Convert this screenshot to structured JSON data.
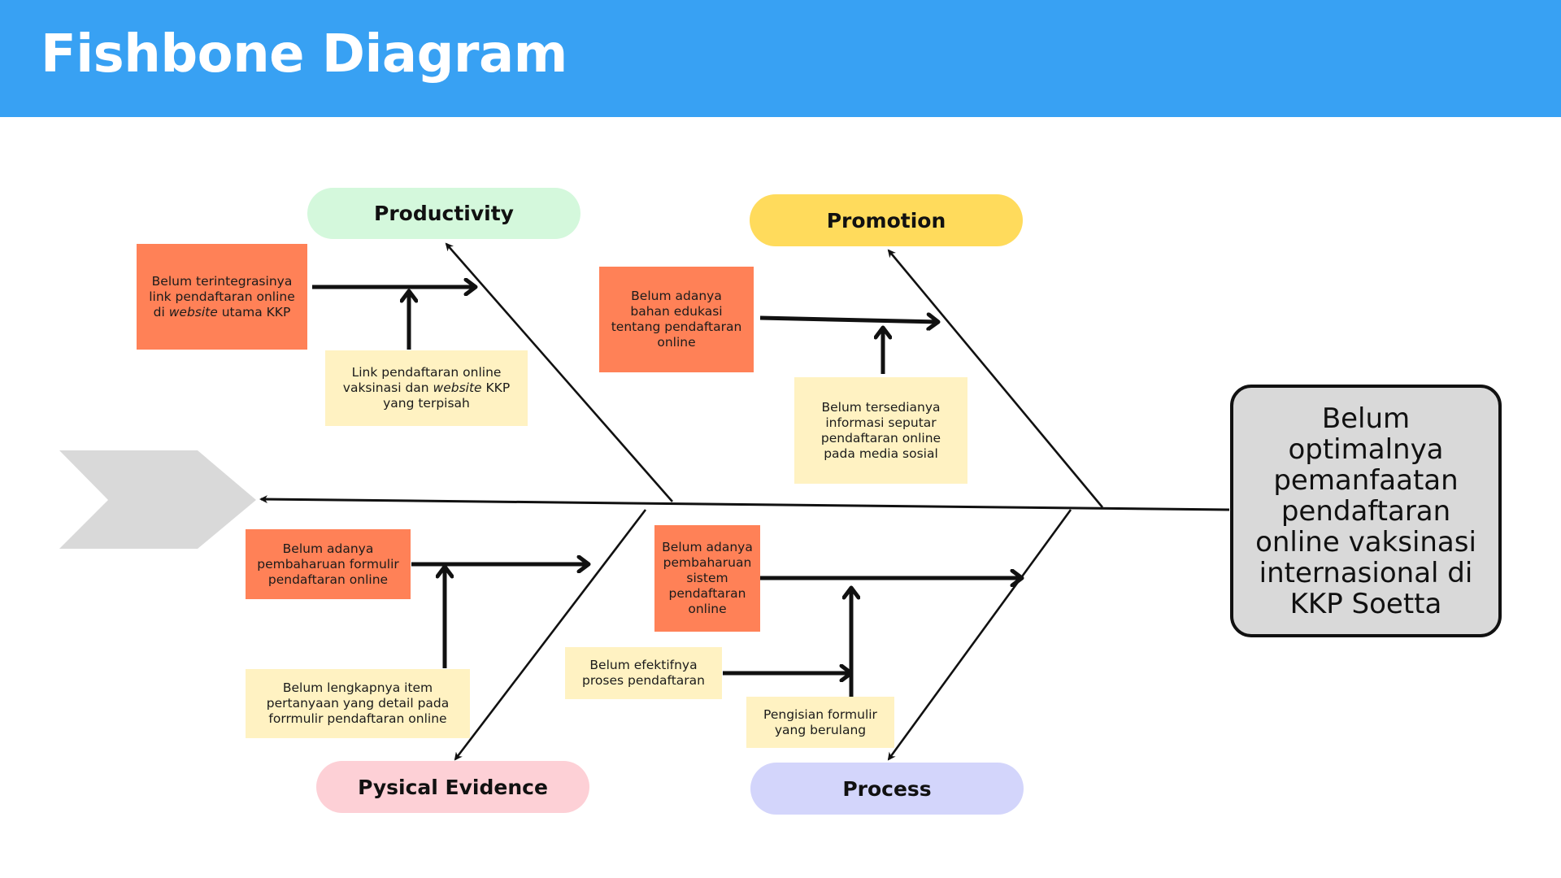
{
  "header": {
    "title": "Fishbone Diagram"
  },
  "colors": {
    "header_bg": "#38a1f3",
    "cause_box": "#ff8157",
    "sub_cause_box": "#fff2c2",
    "effect_box": "#d9d9d9",
    "head_chevron": "#d9d9d9"
  },
  "effect": {
    "text": "Belum optimalnya pemanfaatan pendaftaran online vaksinasi internasional di KKP Soetta"
  },
  "categories": [
    {
      "id": "productivity",
      "label": "Productivity",
      "color": "#d4f8dc",
      "causes": [
        {
          "text_before": "Belum terintegrasinya link pendaftaran online di ",
          "text_italic": "website",
          "text_after": " utama KKP"
        }
      ],
      "sub_causes": [
        {
          "text_before": "Link pendaftaran online vaksinasi dan ",
          "text_italic": "website",
          "text_after": " KKP yang terpisah"
        }
      ]
    },
    {
      "id": "promotion",
      "label": "Promotion",
      "color": "#ffdb5c",
      "causes": [
        {
          "text": "Belum adanya bahan edukasi tentang pendaftaran online"
        }
      ],
      "sub_causes": [
        {
          "text": "Belum tersedianya informasi seputar pendaftaran online pada media sosial"
        }
      ]
    },
    {
      "id": "physical-evidence",
      "label": "Pysical Evidence",
      "color": "#fdd0d6",
      "causes": [
        {
          "text": "Belum adanya pembaharuan formulir pendaftaran online"
        }
      ],
      "sub_causes": [
        {
          "text": "Belum lengkapnya item pertanyaan yang detail pada forrmulir pendaftaran online"
        }
      ]
    },
    {
      "id": "process",
      "label": "Process",
      "color": "#d3d5fb",
      "causes": [
        {
          "text": "Belum adanya pembaharuan sistem pendaftaran online"
        }
      ],
      "sub_causes": [
        {
          "text": "Belum efektifnya proses pendaftaran"
        },
        {
          "text": "Pengisian formulir yang berulang"
        }
      ]
    }
  ]
}
